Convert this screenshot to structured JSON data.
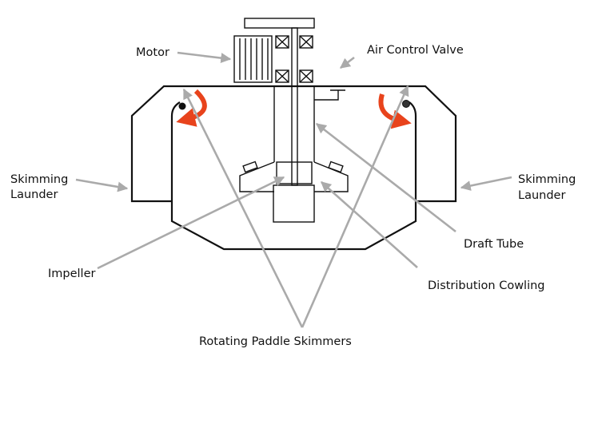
{
  "labels": {
    "motor": "Motor",
    "air_control_valve": "Air Control Valve",
    "skimming_launder_left": [
      "Skimming",
      "Launder"
    ],
    "skimming_launder_right": [
      "Skimming",
      "Launder"
    ],
    "draft_tube": "Draft Tube",
    "impeller": "Impeller",
    "distribution_cowling": "Distribution Cowling",
    "rotating_paddle_skimmers": "Rotating Paddle Skimmers"
  },
  "colors": {
    "arrow": "#aaaaaa",
    "rotation_arrow": "#e8431c",
    "outline": "#111111"
  }
}
